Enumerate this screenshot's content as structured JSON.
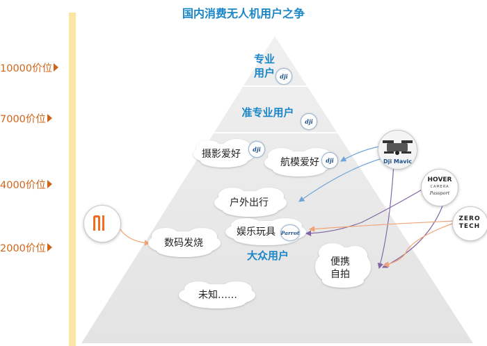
{
  "title": "国内消费无人机用户之争",
  "price_levels": [
    {
      "label": "10000价位"
    },
    {
      "label": "7000价位"
    },
    {
      "label": "4000价位"
    },
    {
      "label": "2000价位"
    }
  ],
  "tiers": {
    "professional": {
      "line1": "专业",
      "line2": "用户"
    },
    "semi_professional": "准专业用户",
    "mass": "大众用户"
  },
  "clouds": {
    "photography": "摄影爱好",
    "model_aircraft": "航模爱好",
    "outdoor": "户外出行",
    "digital": "数码发烧",
    "toys": "娱乐玩具",
    "portable": {
      "line1": "便携",
      "line2": "自拍"
    },
    "unknown": "未知……"
  },
  "badges": {
    "dji": "dji",
    "parrot": "Parrot"
  },
  "brands": {
    "mi": "MI",
    "dji_mavic": "Dji Mavic",
    "hover": {
      "line1": "HOVER",
      "line2": "CAMERA",
      "line3": "Passport"
    },
    "zerotech": {
      "line1": "ZERO",
      "line2": "TECH"
    }
  },
  "colors": {
    "title": "#1a86c8",
    "axis_bar": "#fbe6a4",
    "price": "#d0651a",
    "pyramid": "#e9e9e9",
    "arrow_blue": "#6fa6d9",
    "arrow_purple": "#8066a6",
    "arrow_orange": "#f0a476",
    "mi_orange": "#f26b22"
  }
}
